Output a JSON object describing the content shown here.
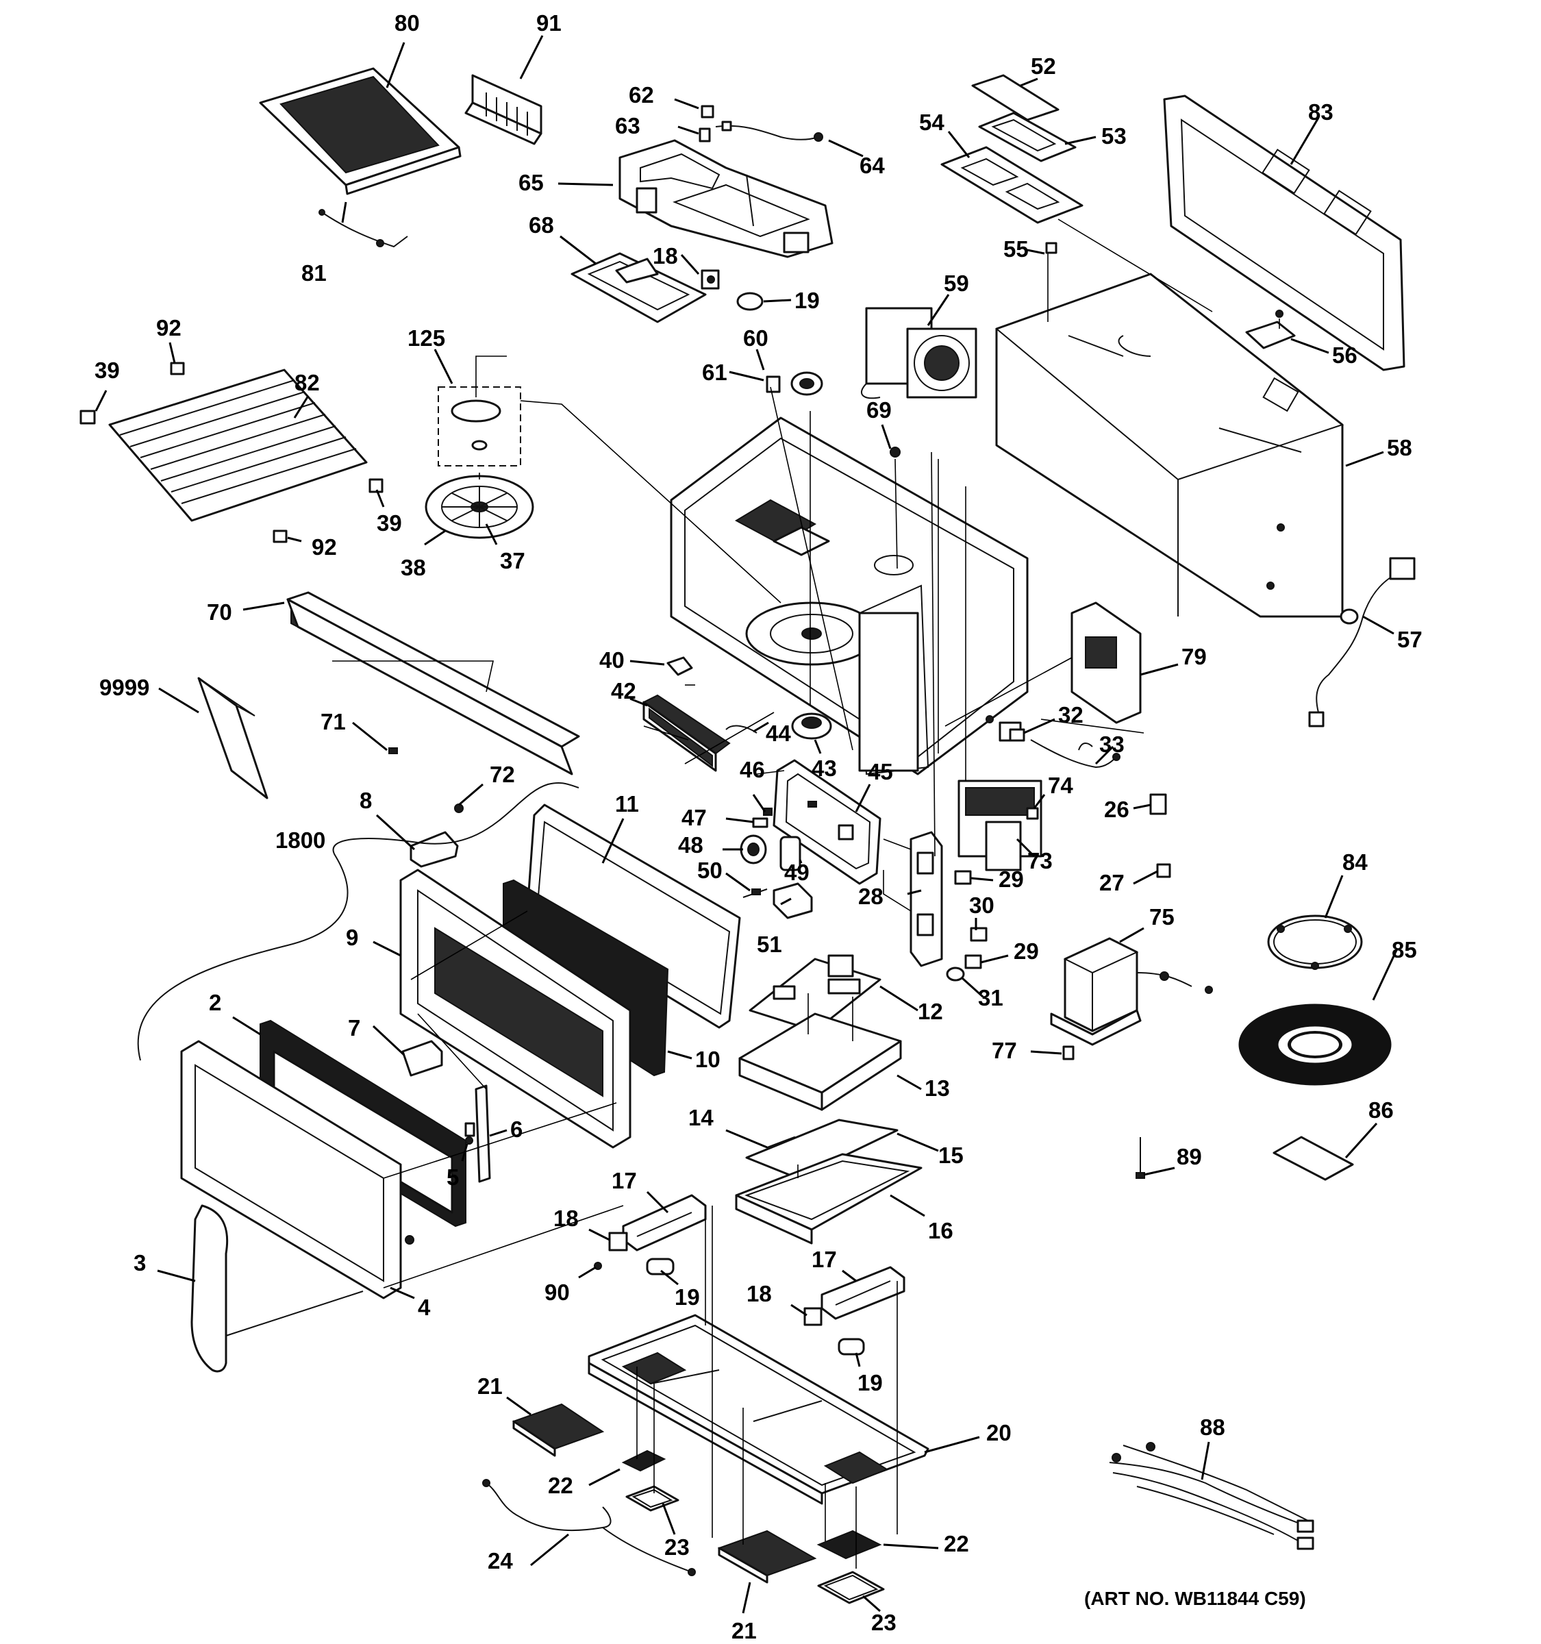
{
  "diagram": {
    "art_number": "(ART NO. WB11844 C59)",
    "callouts": [
      "80",
      "91",
      "62",
      "63",
      "64",
      "65",
      "68",
      "18",
      "19",
      "52",
      "54",
      "53",
      "83",
      "55",
      "56",
      "59",
      "81",
      "92",
      "39",
      "82",
      "125",
      "60",
      "61",
      "69",
      "58",
      "39",
      "92",
      "38",
      "37",
      "70",
      "40",
      "79",
      "57",
      "9999",
      "42",
      "32",
      "71",
      "44",
      "33",
      "43",
      "46",
      "45",
      "74",
      "72",
      "8",
      "47",
      "11",
      "26",
      "1800",
      "48",
      "73",
      "49",
      "29",
      "50",
      "28",
      "27",
      "30",
      "84",
      "75",
      "9",
      "29",
      "51",
      "31",
      "12",
      "85",
      "2",
      "7",
      "10",
      "77",
      "13",
      "6",
      "14",
      "15",
      "86",
      "5",
      "89",
      "17",
      "16",
      "18",
      "3",
      "4",
      "90",
      "19",
      "17",
      "18",
      "19",
      "21",
      "20",
      "88",
      "22",
      "23",
      "22",
      "24",
      "21",
      "23"
    ]
  }
}
